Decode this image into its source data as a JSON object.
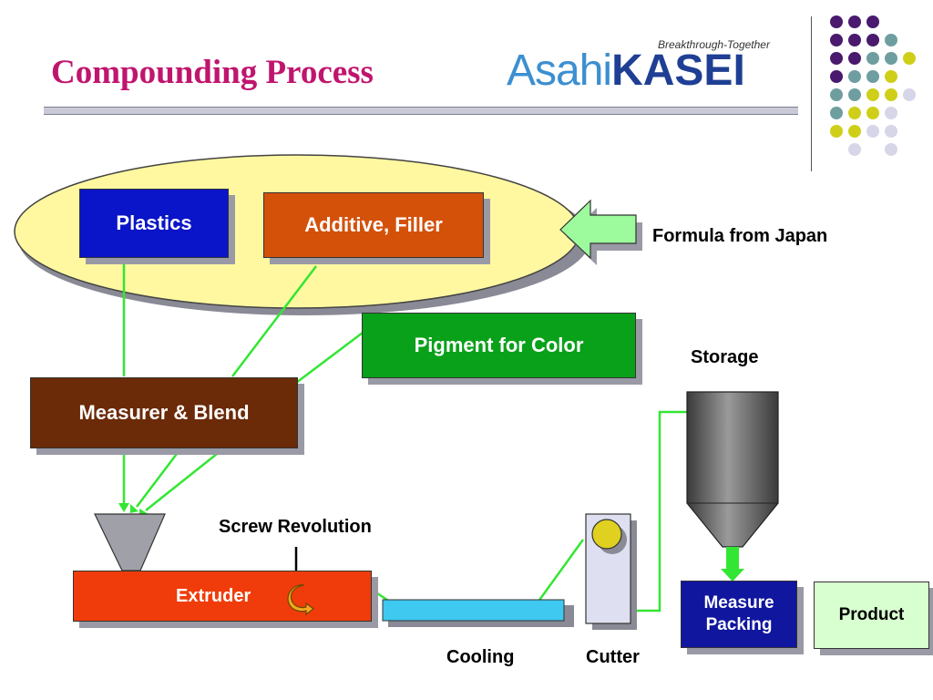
{
  "header": {
    "title": "Compounding Process",
    "tagline": "Breakthrough-Together",
    "logo_light": "Asahi",
    "logo_bold": "KASEI"
  },
  "diagram": {
    "nodes": {
      "plastics": "Plastics",
      "additive": "Additive, Filler",
      "pigment": "Pigment for Color",
      "measurer": "Measurer & Blend",
      "extruder": "Extruder",
      "measure_packing": "Measure Packing",
      "product": "Product"
    },
    "labels": {
      "formula": "Formula from Japan",
      "storage": "Storage",
      "screw": "Screw Revolution",
      "cooling": "Cooling",
      "cutter": "Cutter"
    }
  },
  "colors": {
    "title": "#c0156e",
    "plastics": "#0a14c8",
    "additive": "#d4510a",
    "pigment": "#0aa11a",
    "measurer": "#6b2a08",
    "extruder": "#f03c0a",
    "measure_packing": "#10169e",
    "product": "#d8ffd0",
    "flow_line": "#33e633"
  }
}
